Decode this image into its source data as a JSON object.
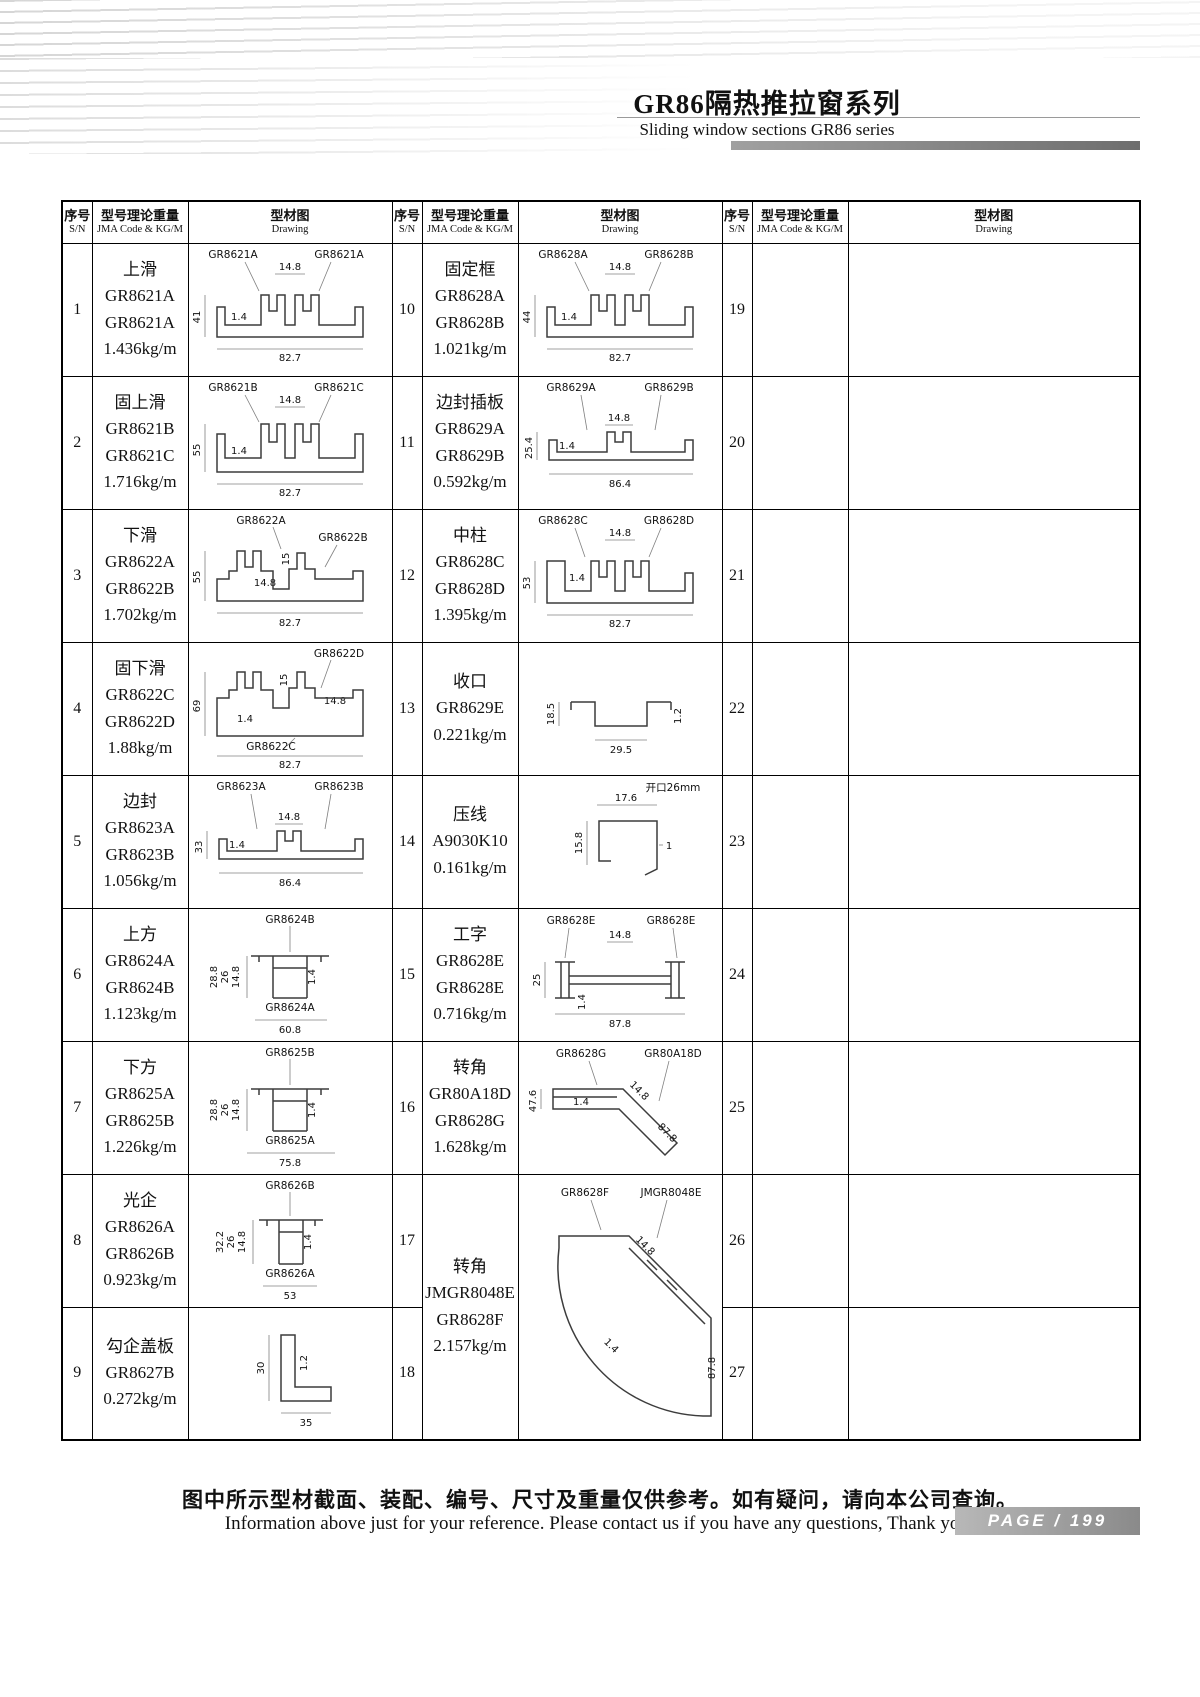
{
  "hdr": {
    "title": "GR86隔热推拉窗系列",
    "subtitle": "Sliding window sections GR86 series"
  },
  "cols": {
    "sn": "序号",
    "sne": "S/N",
    "code": "型号理论重量",
    "codee": "JMA Code & KG/M",
    "dw": "型材图",
    "dwe": "Drawing"
  },
  "g1": [
    {
      "sn": "1",
      "name": "上滑",
      "c0": "GR8621A",
      "c1": "GR8621A",
      "wt": "1.436kg/m",
      "l0": "GR8621A",
      "l1": "GR8621A",
      "d0": "14.8",
      "d1": "41",
      "d2": "1.4",
      "d3": "82.7"
    },
    {
      "sn": "2",
      "name": "固上滑",
      "c0": "GR8621B",
      "c1": "GR8621C",
      "wt": "1.716kg/m",
      "l0": "GR8621B",
      "l1": "GR8621C",
      "d0": "14.8",
      "d1": "55",
      "d2": "1.4",
      "d3": "82.7"
    },
    {
      "sn": "3",
      "name": "下滑",
      "c0": "GR8622A",
      "c1": "GR8622B",
      "wt": "1.702kg/m",
      "l0": "GR8622A",
      "l1": "GR8622B",
      "d0": "15",
      "d1": "14.8",
      "d2": "55",
      "d3": "82.7"
    },
    {
      "sn": "4",
      "name": "固下滑",
      "c0": "GR8622C",
      "c1": "GR8622D",
      "wt": "1.88kg/m",
      "l0": "GR8622D",
      "l1": "GR8622C",
      "d0": "15",
      "d1": "14.8",
      "d2": "69",
      "d3": "1.4",
      "d4": "82.7"
    },
    {
      "sn": "5",
      "name": "边封",
      "c0": "GR8623A",
      "c1": "GR8623B",
      "wt": "1.056kg/m",
      "l0": "GR8623A",
      "l1": "GR8623B",
      "d0": "14.8",
      "d1": "33",
      "d2": "1.4",
      "d3": "86.4"
    },
    {
      "sn": "6",
      "name": "上方",
      "c0": "GR8624A",
      "c1": "GR8624B",
      "wt": "1.123kg/m",
      "l0": "GR8624B",
      "l1": "GR8624A",
      "d0": "28.8",
      "d1": "26",
      "d2": "14.8",
      "d3": "1.4",
      "d4": "60.8"
    },
    {
      "sn": "7",
      "name": "下方",
      "c0": "GR8625A",
      "c1": "GR8625B",
      "wt": "1.226kg/m",
      "l0": "GR8625B",
      "l1": "GR8625A",
      "d0": "28.8",
      "d1": "26",
      "d2": "14.8",
      "d3": "1.4",
      "d4": "75.8"
    },
    {
      "sn": "8",
      "name": "光企",
      "c0": "GR8626A",
      "c1": "GR8626B",
      "wt": "0.923kg/m",
      "l0": "GR8626B",
      "l1": "GR8626A",
      "d0": "32.2",
      "d1": "26",
      "d2": "14.8",
      "d3": "1.4",
      "d4": "53"
    },
    {
      "sn": "9",
      "name": "勾企盖板",
      "c0": "GR8627B",
      "wt": "0.272kg/m",
      "d0": "30",
      "d1": "1.2",
      "d2": "35"
    }
  ],
  "g2": [
    {
      "sn": "10",
      "name": "固定框",
      "c0": "GR8628A",
      "c1": "GR8628B",
      "wt": "1.021kg/m",
      "l0": "GR8628A",
      "l1": "GR8628B",
      "d0": "14.8",
      "d1": "44",
      "d2": "1.4",
      "d3": "82.7"
    },
    {
      "sn": "11",
      "name": "边封插板",
      "c0": "GR8629A",
      "c1": "GR8629B",
      "wt": "0.592kg/m",
      "l0": "GR8629A",
      "l1": "GR8629B",
      "d0": "14.8",
      "d1": "25.4",
      "d2": "1.4",
      "d3": "86.4"
    },
    {
      "sn": "12",
      "name": "中柱",
      "c0": "GR8628C",
      "c1": "GR8628D",
      "wt": "1.395kg/m",
      "l0": "GR8628C",
      "l1": "GR8628D",
      "d0": "14.8",
      "d1": "53",
      "d2": "1.4",
      "d3": "82.7"
    },
    {
      "sn": "13",
      "name": "收口",
      "c0": "GR8629E",
      "wt": "0.221kg/m",
      "d0": "18.5",
      "d1": "1.2",
      "d2": "29.5"
    },
    {
      "sn": "14",
      "name": "压线",
      "c0": "A9030K10",
      "wt": "0.161kg/m",
      "note": "开口26mm",
      "d0": "17.6",
      "d1": "15.8",
      "d2": "1"
    },
    {
      "sn": "15",
      "name": "工字",
      "c0": "GR8628E",
      "c1": "GR8628E",
      "wt": "0.716kg/m",
      "l0": "GR8628E",
      "l1": "GR8628E",
      "d0": "14.8",
      "d1": "25",
      "d2": "1.4",
      "d3": "87.8"
    },
    {
      "sn": "16",
      "name": "转角",
      "c0": "GR80A18D",
      "c1": "GR8628G",
      "wt": "1.628kg/m",
      "l0": "GR8628G",
      "l1": "GR80A18D",
      "d0": "14.8",
      "d1": "47.6",
      "d2": "1.4",
      "d3": "87.8"
    },
    {
      "sn": "17",
      "sn2": "18",
      "name": "转角",
      "c0": "JMGR8048E",
      "c1": "GR8628F",
      "wt": "2.157kg/m",
      "l0": "GR8628F",
      "l1": "JMGR8048E",
      "d0": "14.8",
      "d1": "1.4",
      "d2": "87.8"
    }
  ],
  "g3": [
    "19",
    "20",
    "21",
    "22",
    "23",
    "24",
    "25",
    "26",
    "27"
  ],
  "foot": {
    "zh": "图中所示型材截面、装配、编号、尺寸及重量仅供参考。如有疑问，请向本公司查询。",
    "en": "Information above just for your reference. Please contact us if you have any questions, Thank you!",
    "page": "PAGE / 199"
  }
}
